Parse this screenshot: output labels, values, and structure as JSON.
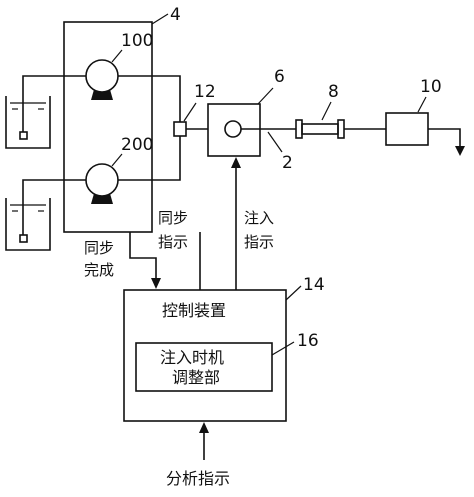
{
  "labels": {
    "ref_4": "4",
    "ref_100": "100",
    "ref_200": "200",
    "ref_12": "12",
    "ref_6": "6",
    "ref_8": "8",
    "ref_10": "10",
    "ref_2": "2",
    "ref_14": "14",
    "ref_16": "16"
  },
  "text": {
    "sync_instruction_line1": "同步",
    "sync_instruction_line2": "指示",
    "sync_complete_line1": "同步",
    "sync_complete_line2": "完成",
    "inject_instruction_line1": "注入",
    "inject_instruction_line2": "指示",
    "control_device": "控制装置",
    "injection_timing_line1": "注入时机",
    "injection_timing_line2": "调整部",
    "analysis_instruction": "分析指示"
  }
}
